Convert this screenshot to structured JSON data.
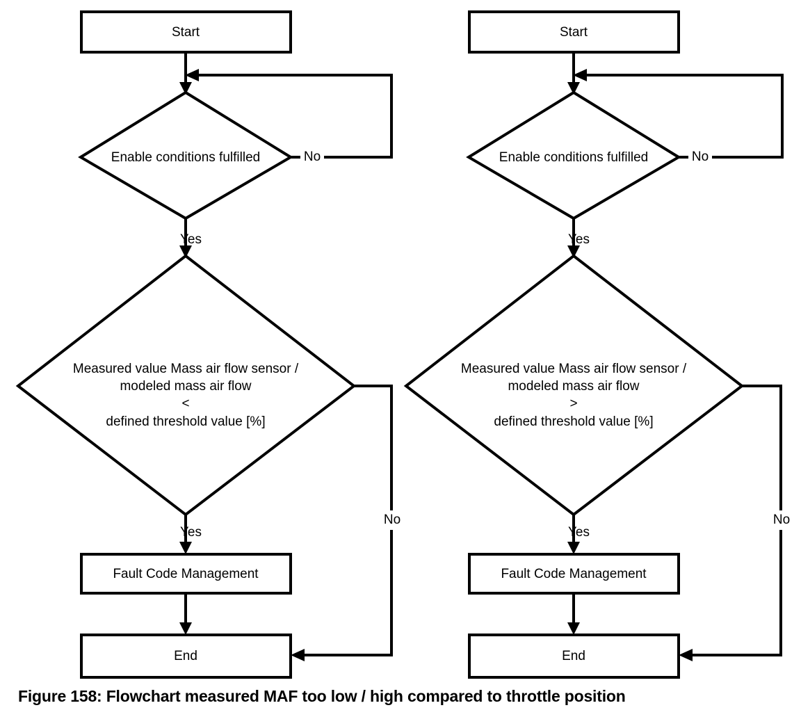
{
  "figure": {
    "caption": "Figure 158: Flowchart measured MAF too low / high compared to throttle position",
    "background_color": "#ffffff",
    "line_color": "#000000"
  },
  "chart_data": {
    "type": "diagram",
    "diagram_kind": "flowchart",
    "title": "Figure 158: Flowchart measured MAF too low / high compared to throttle position",
    "columns": [
      {
        "id": "left",
        "variant": "measured MAF too low",
        "nodes": [
          {
            "id": "start",
            "shape": "process",
            "label": "Start"
          },
          {
            "id": "enable",
            "shape": "decision",
            "label": "Enable conditions fulfilled"
          },
          {
            "id": "compare",
            "shape": "decision",
            "lines": [
              "Measured value Mass air flow sensor /",
              "modeled mass air flow",
              "<",
              "defined threshold value [%]"
            ]
          },
          {
            "id": "fcm",
            "shape": "process",
            "label": "Fault Code Management"
          },
          {
            "id": "end",
            "shape": "process",
            "label": "End"
          }
        ],
        "edges": [
          {
            "from": "start",
            "to": "enable",
            "label": ""
          },
          {
            "from": "enable",
            "to": "compare",
            "label": "Yes"
          },
          {
            "from": "enable",
            "to": "enable",
            "label": "No"
          },
          {
            "from": "compare",
            "to": "fcm",
            "label": "Yes"
          },
          {
            "from": "compare",
            "to": "end",
            "label": "No"
          },
          {
            "from": "fcm",
            "to": "end",
            "label": ""
          }
        ]
      },
      {
        "id": "right",
        "variant": "measured MAF too high",
        "nodes": [
          {
            "id": "start",
            "shape": "process",
            "label": "Start"
          },
          {
            "id": "enable",
            "shape": "decision",
            "label": "Enable conditions fulfilled"
          },
          {
            "id": "compare",
            "shape": "decision",
            "lines": [
              "Measured value Mass air flow sensor /",
              "modeled mass air flow",
              ">",
              "defined threshold value [%]"
            ]
          },
          {
            "id": "fcm",
            "shape": "process",
            "label": "Fault Code Management"
          },
          {
            "id": "end",
            "shape": "process",
            "label": "End"
          }
        ],
        "edges": [
          {
            "from": "start",
            "to": "enable",
            "label": ""
          },
          {
            "from": "enable",
            "to": "compare",
            "label": "Yes"
          },
          {
            "from": "enable",
            "to": "enable",
            "label": "No"
          },
          {
            "from": "compare",
            "to": "fcm",
            "label": "Yes"
          },
          {
            "from": "compare",
            "to": "end",
            "label": "No"
          },
          {
            "from": "fcm",
            "to": "end",
            "label": ""
          }
        ]
      }
    ]
  },
  "left": {
    "start_label": "Start",
    "enable_label": "Enable conditions fulfilled",
    "enable_no_label": "No",
    "enable_yes_label": "Yes",
    "compare_line1": "Measured value Mass air flow sensor /",
    "compare_line2": "modeled mass air flow",
    "compare_line3": "<",
    "compare_line4": "defined threshold value [%]",
    "compare_yes_label": "Yes",
    "compare_no_label": "No",
    "fcm_label": "Fault Code Management",
    "end_label": "End"
  },
  "right": {
    "start_label": "Start",
    "enable_label": "Enable conditions fulfilled",
    "enable_no_label": "No",
    "enable_yes_label": "Yes",
    "compare_line1": "Measured value Mass air flow sensor /",
    "compare_line2": "modeled mass air flow",
    "compare_line3": ">",
    "compare_line4": "defined threshold value [%]",
    "compare_yes_label": "Yes",
    "compare_no_label": "No",
    "fcm_label": "Fault Code Management",
    "end_label": "End"
  }
}
